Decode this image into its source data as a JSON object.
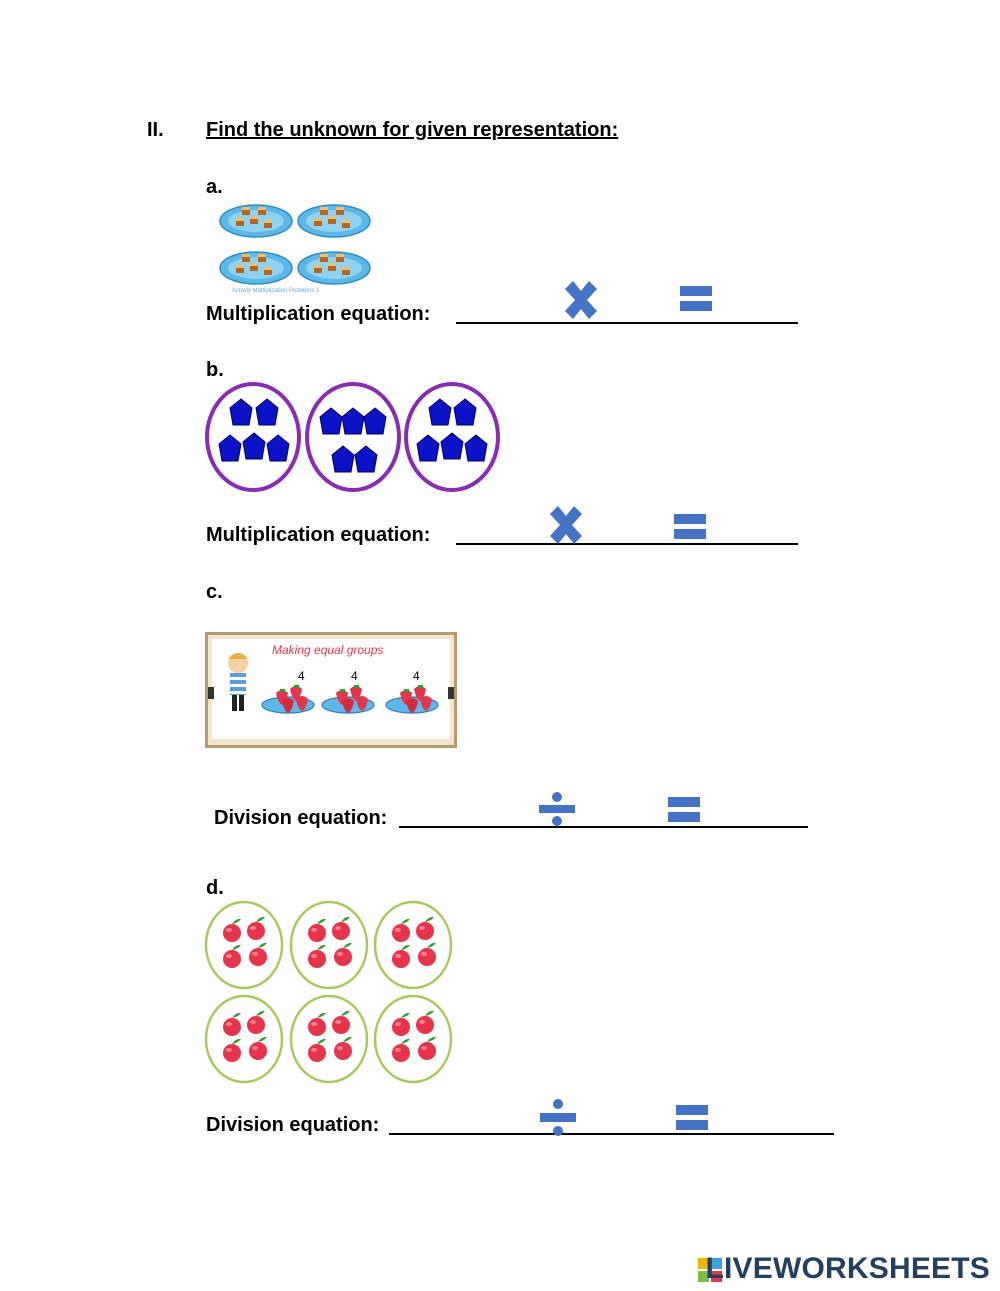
{
  "section": {
    "number": "II.",
    "title": "Find the unknown for given representation:"
  },
  "items": [
    {
      "letter": "a.",
      "label": "Multiplication equation:",
      "operator": "multiply-icon",
      "picture": "plates-of-cupcakes",
      "picture_caption": "Activity Multiplication Problems 1",
      "groups": 4,
      "per_group": 5
    },
    {
      "letter": "b.",
      "label": "Multiplication equation:",
      "operator": "multiply-icon",
      "picture": "circles-of-pentagons",
      "groups": 3,
      "per_group": 5
    },
    {
      "letter": "c.",
      "label": "Division equation:",
      "operator": "divide-icon",
      "picture": "strawberry-groups",
      "banner_title": "Making equal groups",
      "group_labels": [
        "4",
        "4",
        "4"
      ]
    },
    {
      "letter": "d.",
      "label": "Division equation:",
      "operator": "divide-icon",
      "picture": "circles-of-apples",
      "groups": 6,
      "per_group": 4
    }
  ],
  "colors": {
    "symbol": "#4472c4",
    "pentagon": "#0a12c8",
    "purple_ring": "#8a2bb5",
    "green_ring": "#a8c85a",
    "apple": "#e8344a",
    "plate": "#5bb8e8"
  },
  "brand": {
    "name": "LIVEWORKSHEETS",
    "icon": "liveworksheets-logo-icon"
  }
}
